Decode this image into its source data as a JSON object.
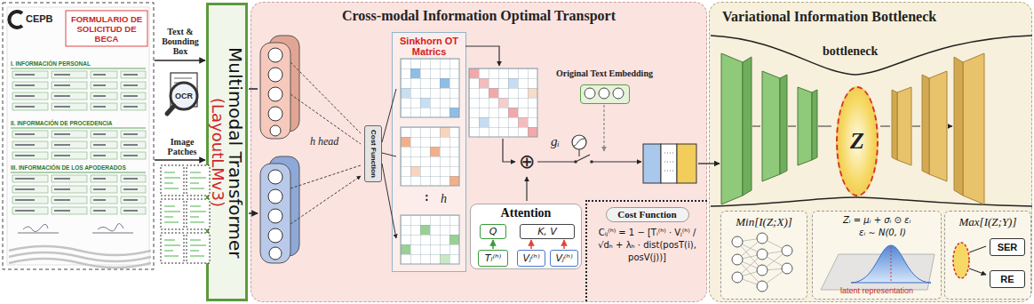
{
  "diagram": {
    "nodes": [
      {
        "text": [
          "CEPB",
          "FORMULARIO DE SOLICITUD DE BECA",
          "I. INFORMACIÓN PERSONAL",
          "II. INFORMACIÓN DE PROCEDENCIA",
          "III. INFORMACIÓN DE LOS APODERADOS"
        ]
      },
      {
        "text": [
          "OCR"
        ]
      },
      {
        "text": [
          "Multimodal Transformer",
          "(LayoutLMv3)"
        ]
      },
      {
        "text": [
          "Cross-modal Information Optimal Transport"
        ]
      },
      {
        "text": [
          "Cost Function"
        ],
        "in": 3
      },
      {
        "text": [
          "Sinkhorn OT Matrics"
        ],
        "in": 3
      },
      {
        "text": [
          "Original Text Embedding"
        ],
        "in": 3
      },
      {
        "text": [
          "Attention"
        ],
        "in": 3
      },
      {
        "text": [
          "Q"
        ],
        "in": 7
      },
      {
        "text": [
          "K, V"
        ],
        "in": 7
      },
      {
        "text": [
          "Tᵢ⁽ʰ⁾"
        ],
        "in": 7
      },
      {
        "text": [
          "Vⱼ⁽ʰ⁾"
        ],
        "in": 7
      },
      {
        "text": [
          "Vⱼ⁽ʰ⁾"
        ],
        "in": 7
      },
      {
        "text": [
          "Cost Function",
          "Cᵢⱼ⁽ʰ⁾ = 1 − [Tᵢ⁽ʰ⁾ · Vⱼ⁽ʰ⁾ / √dₕ + λₕ · dist(posT(i), posV(j))]"
        ],
        "in": 3
      },
      {
        "text": [
          "Variational Information Bottleneck"
        ]
      },
      {
        "text": [
          "Z"
        ],
        "in": 14
      },
      {
        "text": [
          "Min[I(Z;X)]"
        ],
        "in": 14
      },
      {
        "text": [
          "Zᵢ = μᵢ + σᵢ ⊙ εᵢ",
          "εᵢ ∼ N(0, I)",
          "latent representation"
        ],
        "in": 14
      },
      {
        "text": [
          "Max[I(Z;Y)]"
        ],
        "in": 14
      },
      {
        "text": [
          "SER"
        ],
        "in": 18
      },
      {
        "text": [
          "RE"
        ],
        "in": 18
      }
    ],
    "edges": [
      {
        "from": 0,
        "to": 2,
        "label": "Text & Bounding Box",
        "arrow": "to"
      },
      {
        "from": 0,
        "to": 2,
        "label": "Image Patches",
        "arrow": "to"
      },
      {
        "from": 10,
        "to": 8,
        "arrow": "to"
      },
      {
        "from": 11,
        "to": 9,
        "arrow": "to"
      },
      {
        "from": 12,
        "to": 9,
        "arrow": "to"
      }
    ],
    "labels": [
      "h head",
      "h",
      ":",
      "gᵢ",
      "⊕",
      "bottleneck"
    ]
  }
}
